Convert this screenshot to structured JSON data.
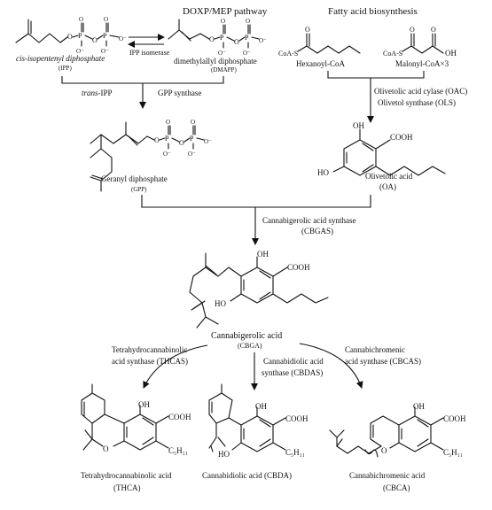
{
  "pathways": {
    "left": "DOXP/MEP pathway",
    "right": "Fatty acid biosynthesis"
  },
  "molecules": {
    "ipp": {
      "name": "cis-isopentenyl diphosphate",
      "abbr": "(IPP)"
    },
    "dmapp": {
      "name": "dimethylallyl diphosphate",
      "abbr": "(DMAPP)"
    },
    "hexanoyl": {
      "name": "Hexanoyl-CoA",
      "coa": "CoA-S"
    },
    "malonyl": {
      "name": "Malonyl-CoA×3",
      "coa": "CoA-S",
      "oh": "OH"
    },
    "gpp": {
      "name": "Geranyl diphosphate",
      "abbr": "(GPP)"
    },
    "oa": {
      "name": "Olivetolic acid",
      "abbr": "(OA)",
      "oh": "OH",
      "cooh": "COOH",
      "ho": "HO"
    },
    "cbga": {
      "name": "Cannabigerolic acid",
      "abbr": "(CBGA)",
      "oh": "OH",
      "cooh": "COOH",
      "ho": "HO"
    },
    "thca": {
      "name": "Tetrahydrocannabinolic acid",
      "abbr": "(THCA)",
      "oh": "OH",
      "cooh": "COOH",
      "c5": "C₅H₁₁",
      "o": "O"
    },
    "cbda": {
      "name": "Cannabidiolic acid (CBDA)",
      "oh": "OH",
      "cooh": "COOH",
      "ho": "HO",
      "c5": "C₅H₁₁"
    },
    "cbca": {
      "name": "Cannabichromenic acid",
      "abbr": "(CBCA)",
      "oh": "OH",
      "cooh": "COOH",
      "c5": "C₅H₁₁",
      "o": "O"
    }
  },
  "enzymes": {
    "ipp_isomerase": "IPP isomerase",
    "trans_ipp_italic": "trans",
    "trans_ipp_rest": "-IPP",
    "gpp_synthase": "GPP synthase",
    "oac": "Olivetolic acid cylase (OAC)",
    "ols": "Olivetol synthase (OLS)",
    "cbgas_1": "Cannabigerolic acid synthase",
    "cbgas_2": "(CBGAS)",
    "thcas_1": "Tetrahydrocannabinolic",
    "thcas_2": "acid synthase (THCAS)",
    "cbdas_1": "Cannabidiolic acid",
    "cbdas_2": "synthase (CBDAS)",
    "cbcas_1": "Cannabichromenic",
    "cbcas_2": "acid synthase (CBCAS)"
  },
  "atoms": {
    "o": "O",
    "p": "P",
    "ominus": "O⁻",
    "s": "S"
  }
}
